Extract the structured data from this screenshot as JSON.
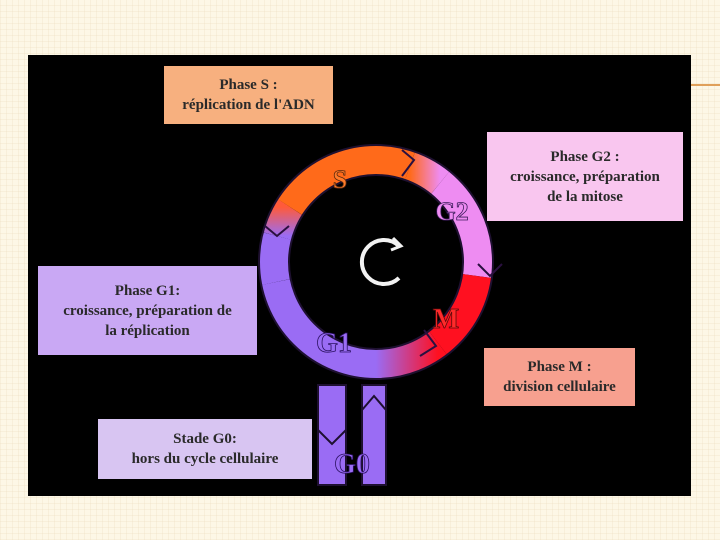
{
  "boxes": {
    "s": {
      "line1": "Phase S :",
      "line2": "réplication de l'ADN"
    },
    "g2": {
      "line1": "Phase G2 :",
      "line2": "croissance, préparation",
      "line3": "de la mitose"
    },
    "g1": {
      "line1": "Phase G1:",
      "line2": "croissance, préparation de",
      "line3": "la réplication"
    },
    "m": {
      "line1": "Phase M :",
      "line2": "division cellulaire"
    },
    "g0": {
      "line1": "Stade G0:",
      "line2": "hors du cycle cellulaire"
    }
  },
  "ring_labels": {
    "s": "S",
    "g2": "G2",
    "m": "M",
    "g1": "G1",
    "g0": "G0"
  },
  "colors": {
    "background": "#000000",
    "phase_s": "#ff6a1a",
    "phase_g2": "#ee8cf2",
    "phase_m": "#ff1020",
    "phase_g1": "#9a6cf4",
    "label_s": "#ff7b2a",
    "label_m": "#ff2a2a",
    "label_dark": "#3a1a5a"
  },
  "center_symbol": "cycle-arrow-icon"
}
